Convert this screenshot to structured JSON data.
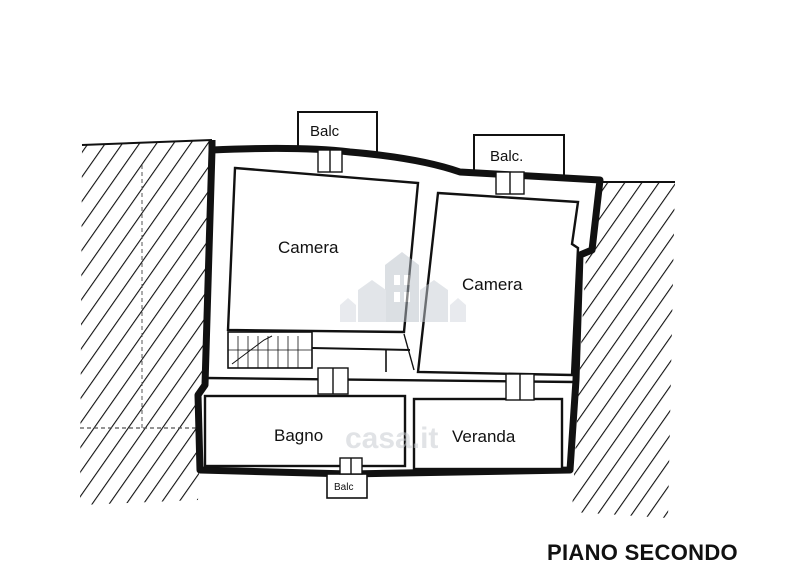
{
  "floor_title": "PIANO SECONDO",
  "rooms": {
    "camera_left": "Camera",
    "camera_right": "Camera",
    "bagno": "Bagno",
    "veranda": "Veranda"
  },
  "balconies": {
    "top_left": "Balc",
    "top_right": "Balc.",
    "bottom": "Balc"
  },
  "watermark": {
    "brand": "casa.it"
  }
}
